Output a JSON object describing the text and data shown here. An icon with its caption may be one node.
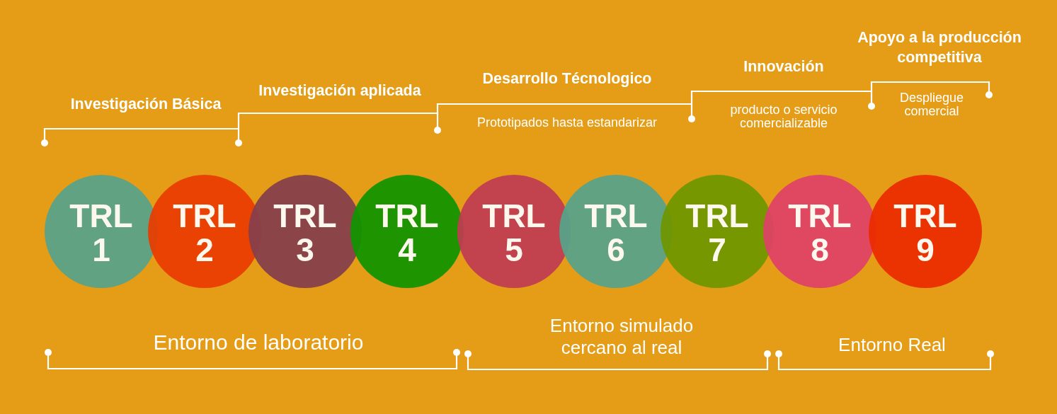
{
  "diagram": {
    "nodes": [
      {
        "text": [
          "TRL 1"
        ]
      },
      {
        "text": [
          "TRL 2"
        ]
      },
      {
        "text": [
          "TRL 3"
        ]
      },
      {
        "text": [
          "TRL 4"
        ]
      },
      {
        "text": [
          "TRL 5"
        ]
      },
      {
        "text": [
          "TRL 6"
        ]
      },
      {
        "text": [
          "TRL 7"
        ]
      },
      {
        "text": [
          "TRL 8"
        ]
      },
      {
        "text": [
          "TRL 9"
        ]
      }
    ],
    "edges": [],
    "labels": [
      "Investigación Básica",
      "Investigación aplicada",
      "Desarrollo Técnologico",
      "Prototipados hasta estandarizar",
      "Innovación",
      "producto o servicio comercializable",
      "Apoyo a la producción competitiva",
      "Despliegue comercial",
      "Entorno de laboratorio",
      "Entorno simulado cercano al real",
      "Entorno Real"
    ]
  }
}
